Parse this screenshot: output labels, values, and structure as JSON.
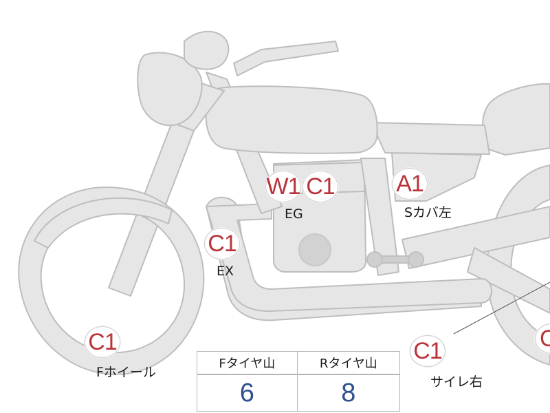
{
  "colors": {
    "bike_fill": "#e6e6e6",
    "bike_stroke": "#bdbdbd",
    "badge_text": "#b8343a",
    "value_text": "#2f4f8f"
  },
  "markers": {
    "eg_w": "W1",
    "eg_c": "C1",
    "cover_left": "A1",
    "exhaust": "C1",
    "front_wheel": "C1",
    "muffler_right": "C1",
    "rear_wheel": "C"
  },
  "labels": {
    "eg": "EG",
    "cover_left": "Sカバ左",
    "exhaust": "EX",
    "front_wheel": "Fホイール",
    "muffler_right": "サイレ右"
  },
  "tread_table": {
    "headers": [
      "Fタイヤ山",
      "Rタイヤ山"
    ],
    "values": [
      "6",
      "8"
    ]
  }
}
